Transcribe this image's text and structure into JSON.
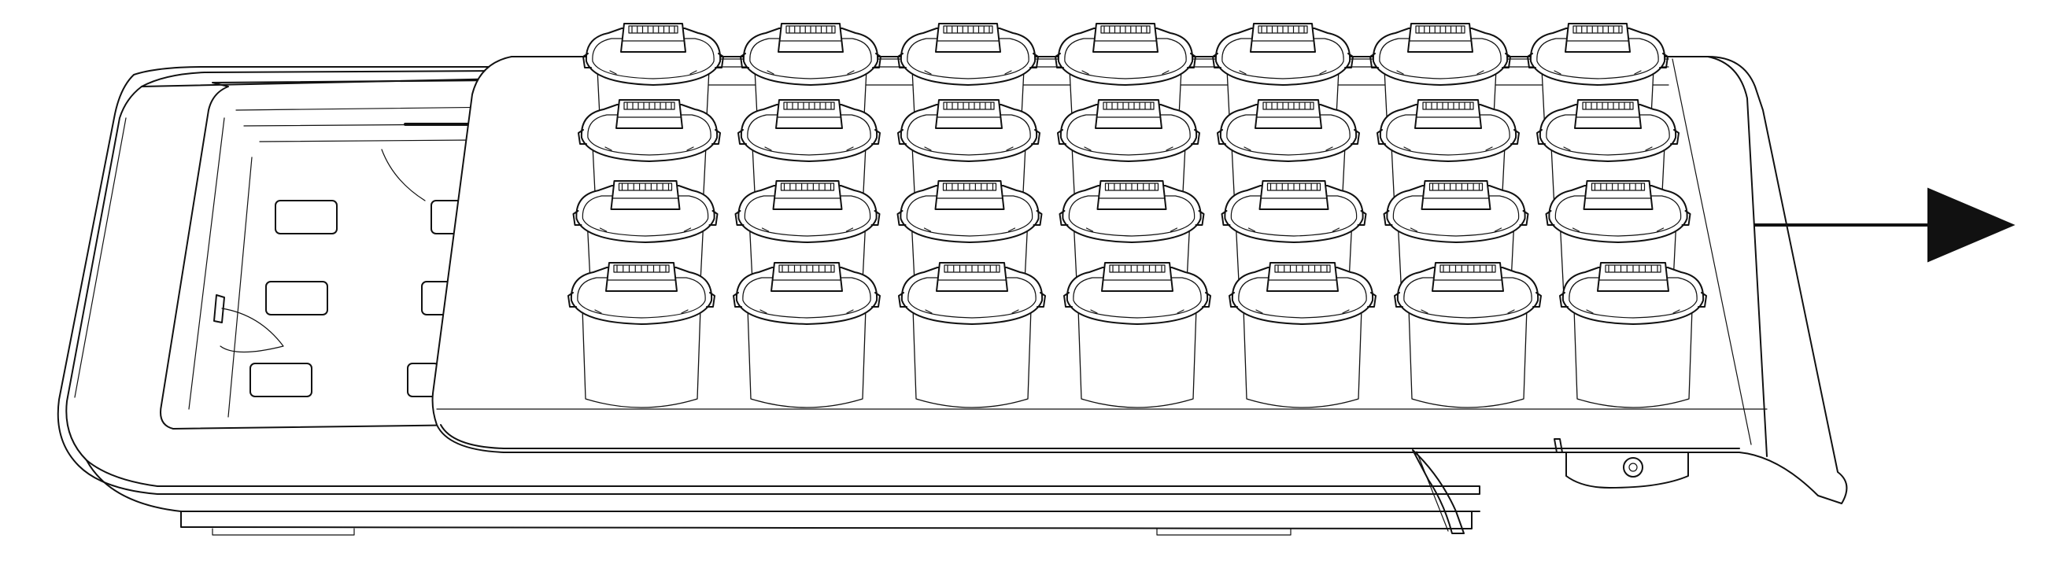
{
  "diagram": {
    "description_visible_text": "",
    "grid": {
      "rows": 4,
      "cols": 7
    },
    "arrow_direction": "right",
    "colors": {
      "line": "#111111",
      "background": "#ffffff"
    }
  }
}
